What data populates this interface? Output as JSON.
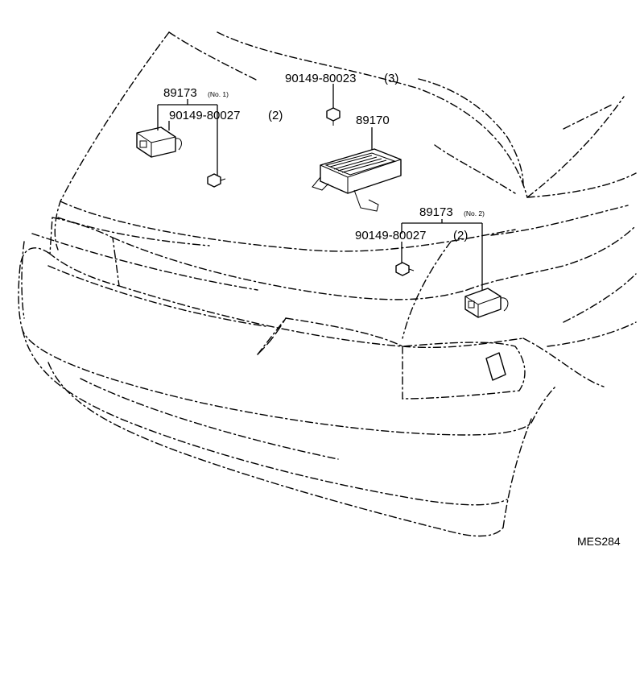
{
  "diagram_code": "MES284",
  "callouts": [
    {
      "part_no": "89173",
      "qualifier": "(No. 1)"
    },
    {
      "part_no": "90149-80027",
      "qty": "(2)"
    },
    {
      "part_no": "90149-80023",
      "qty": "(3)"
    },
    {
      "part_no": "89170"
    },
    {
      "part_no": "89173",
      "qualifier": "(No. 2)"
    },
    {
      "part_no": "90149-80027",
      "qty": "(2)"
    }
  ]
}
